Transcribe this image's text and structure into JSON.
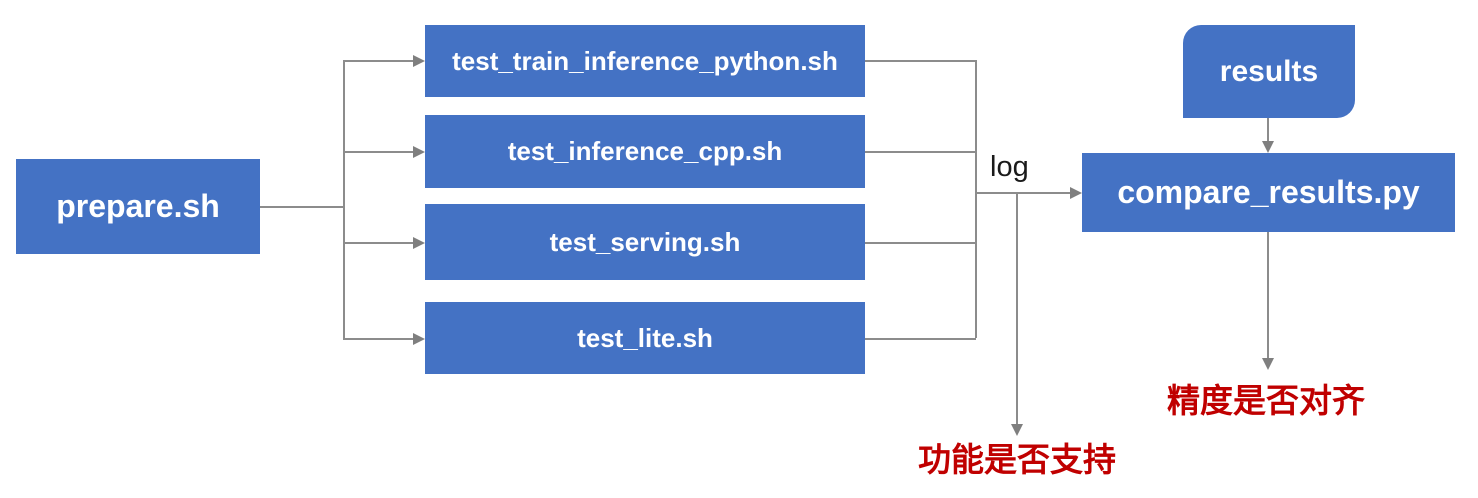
{
  "colors": {
    "node_fill": "#4472C4",
    "node_text": "#FFFFFF",
    "connector": "#8C8C8C",
    "arrowhead": "#7F7F7F",
    "annotation_red": "#C00000",
    "edge_label": "#1A1A1A"
  },
  "nodes": {
    "prepare": {
      "label": "prepare.sh"
    },
    "tests": [
      {
        "label": "test_train_inference_python.sh"
      },
      {
        "label": "test_inference_cpp.sh"
      },
      {
        "label": "test_serving.sh"
      },
      {
        "label": "test_lite.sh"
      }
    ],
    "results": {
      "label": "results"
    },
    "compare": {
      "label": "compare_results.py"
    }
  },
  "edge_labels": {
    "log": "log"
  },
  "annotations": {
    "function_support": "功能是否支持",
    "accuracy_aligned": "精度是否对齐"
  }
}
